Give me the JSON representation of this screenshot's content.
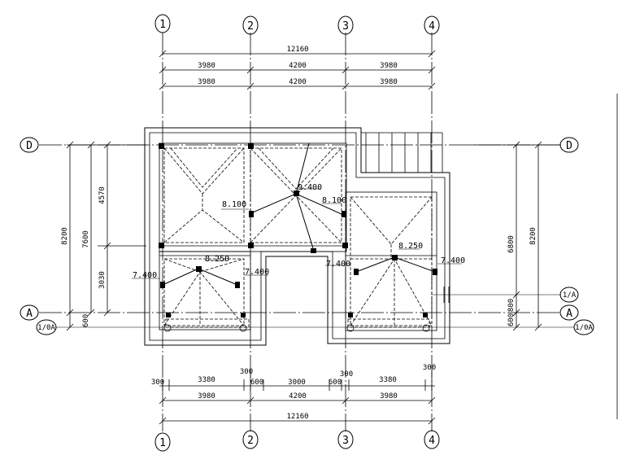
{
  "grid": {
    "columns": [
      "1",
      "2",
      "3",
      "4"
    ],
    "rows_left": [
      "D",
      "A",
      "1/0A"
    ],
    "rows_right": [
      "D",
      "1/A",
      "A",
      "1/0A"
    ]
  },
  "dimensions": {
    "top_total": "12160",
    "top_row1": [
      "3980",
      "4200",
      "3980"
    ],
    "top_row2": [
      "3980",
      "4200",
      "3980"
    ],
    "bottom_details": [
      "300",
      "3380",
      "300",
      "600",
      "3000",
      "600",
      "300",
      "3380",
      "300"
    ],
    "bottom_row": [
      "3980",
      "4200",
      "3980"
    ],
    "bottom_total": "12160",
    "left_outer": [
      "8200",
      "600"
    ],
    "left_mid": "7600",
    "left_inner": [
      "4570",
      "3030"
    ],
    "right_outer": "8200",
    "right_inner": [
      "6800",
      "600",
      "800"
    ]
  },
  "levels": [
    "8.100",
    "9.400",
    "8.100",
    "8.250",
    "7.400",
    "7.400",
    "8.250",
    "7.400",
    "7.400"
  ]
}
